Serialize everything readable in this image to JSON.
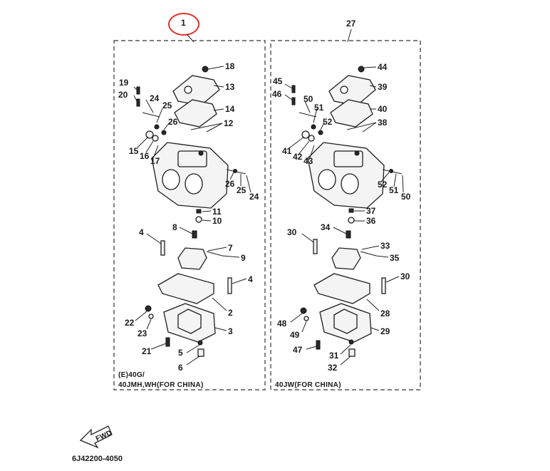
{
  "diagram": {
    "header_ref_left": "1",
    "header_ref_right": "27",
    "footer_code": "6J42200-4050",
    "fwd_label": "FWD",
    "left_panel": {
      "caption_line1": "(E)40G/",
      "caption_line2": "40JMH,WH(FOR CHINA)",
      "callouts": [
        "18",
        "13",
        "14",
        "12",
        "19",
        "20",
        "24",
        "25",
        "26",
        "15",
        "16",
        "17",
        "26",
        "25",
        "24",
        "11",
        "10",
        "8",
        "4",
        "7",
        "9",
        "4",
        "2",
        "22",
        "23",
        "3",
        "21",
        "5",
        "6"
      ]
    },
    "right_panel": {
      "caption_line1": "40JW(FOR CHINA)",
      "callouts": [
        "44",
        "39",
        "40",
        "38",
        "45",
        "46",
        "50",
        "51",
        "52",
        "41",
        "42",
        "43",
        "52",
        "51",
        "50",
        "37",
        "36",
        "34",
        "30",
        "33",
        "35",
        "30",
        "28",
        "48",
        "49",
        "29",
        "47",
        "31",
        "32"
      ]
    },
    "colors": {
      "highlight_ring": "#e0322c",
      "line": "#222222"
    }
  }
}
